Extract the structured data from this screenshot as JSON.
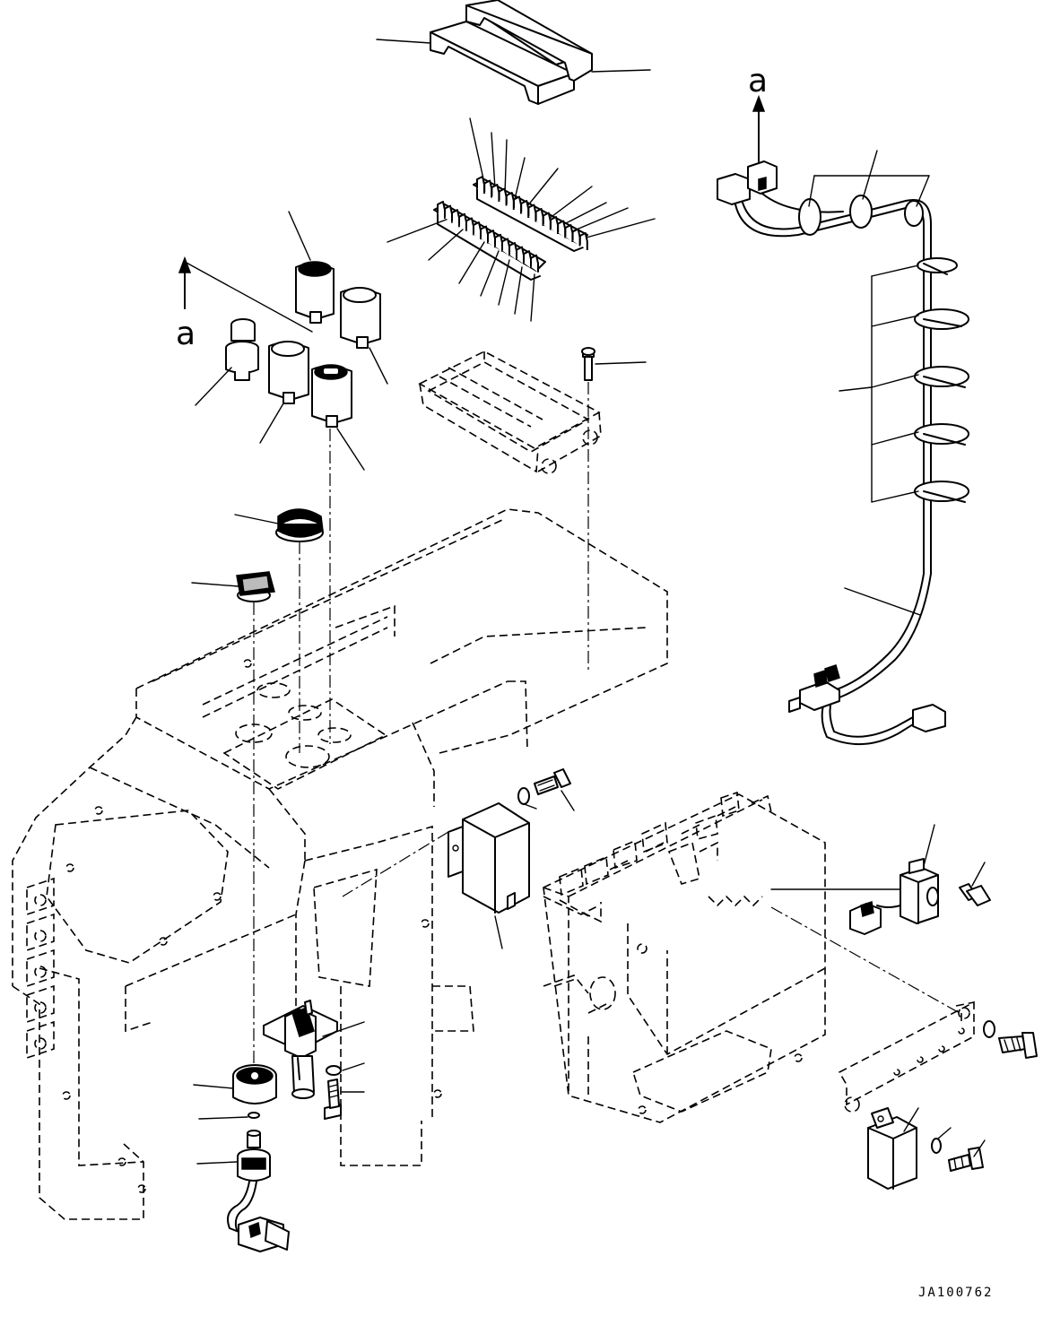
{
  "diagram": {
    "view_marks": [
      "a",
      "a"
    ],
    "drawing_code": "JA100762"
  }
}
